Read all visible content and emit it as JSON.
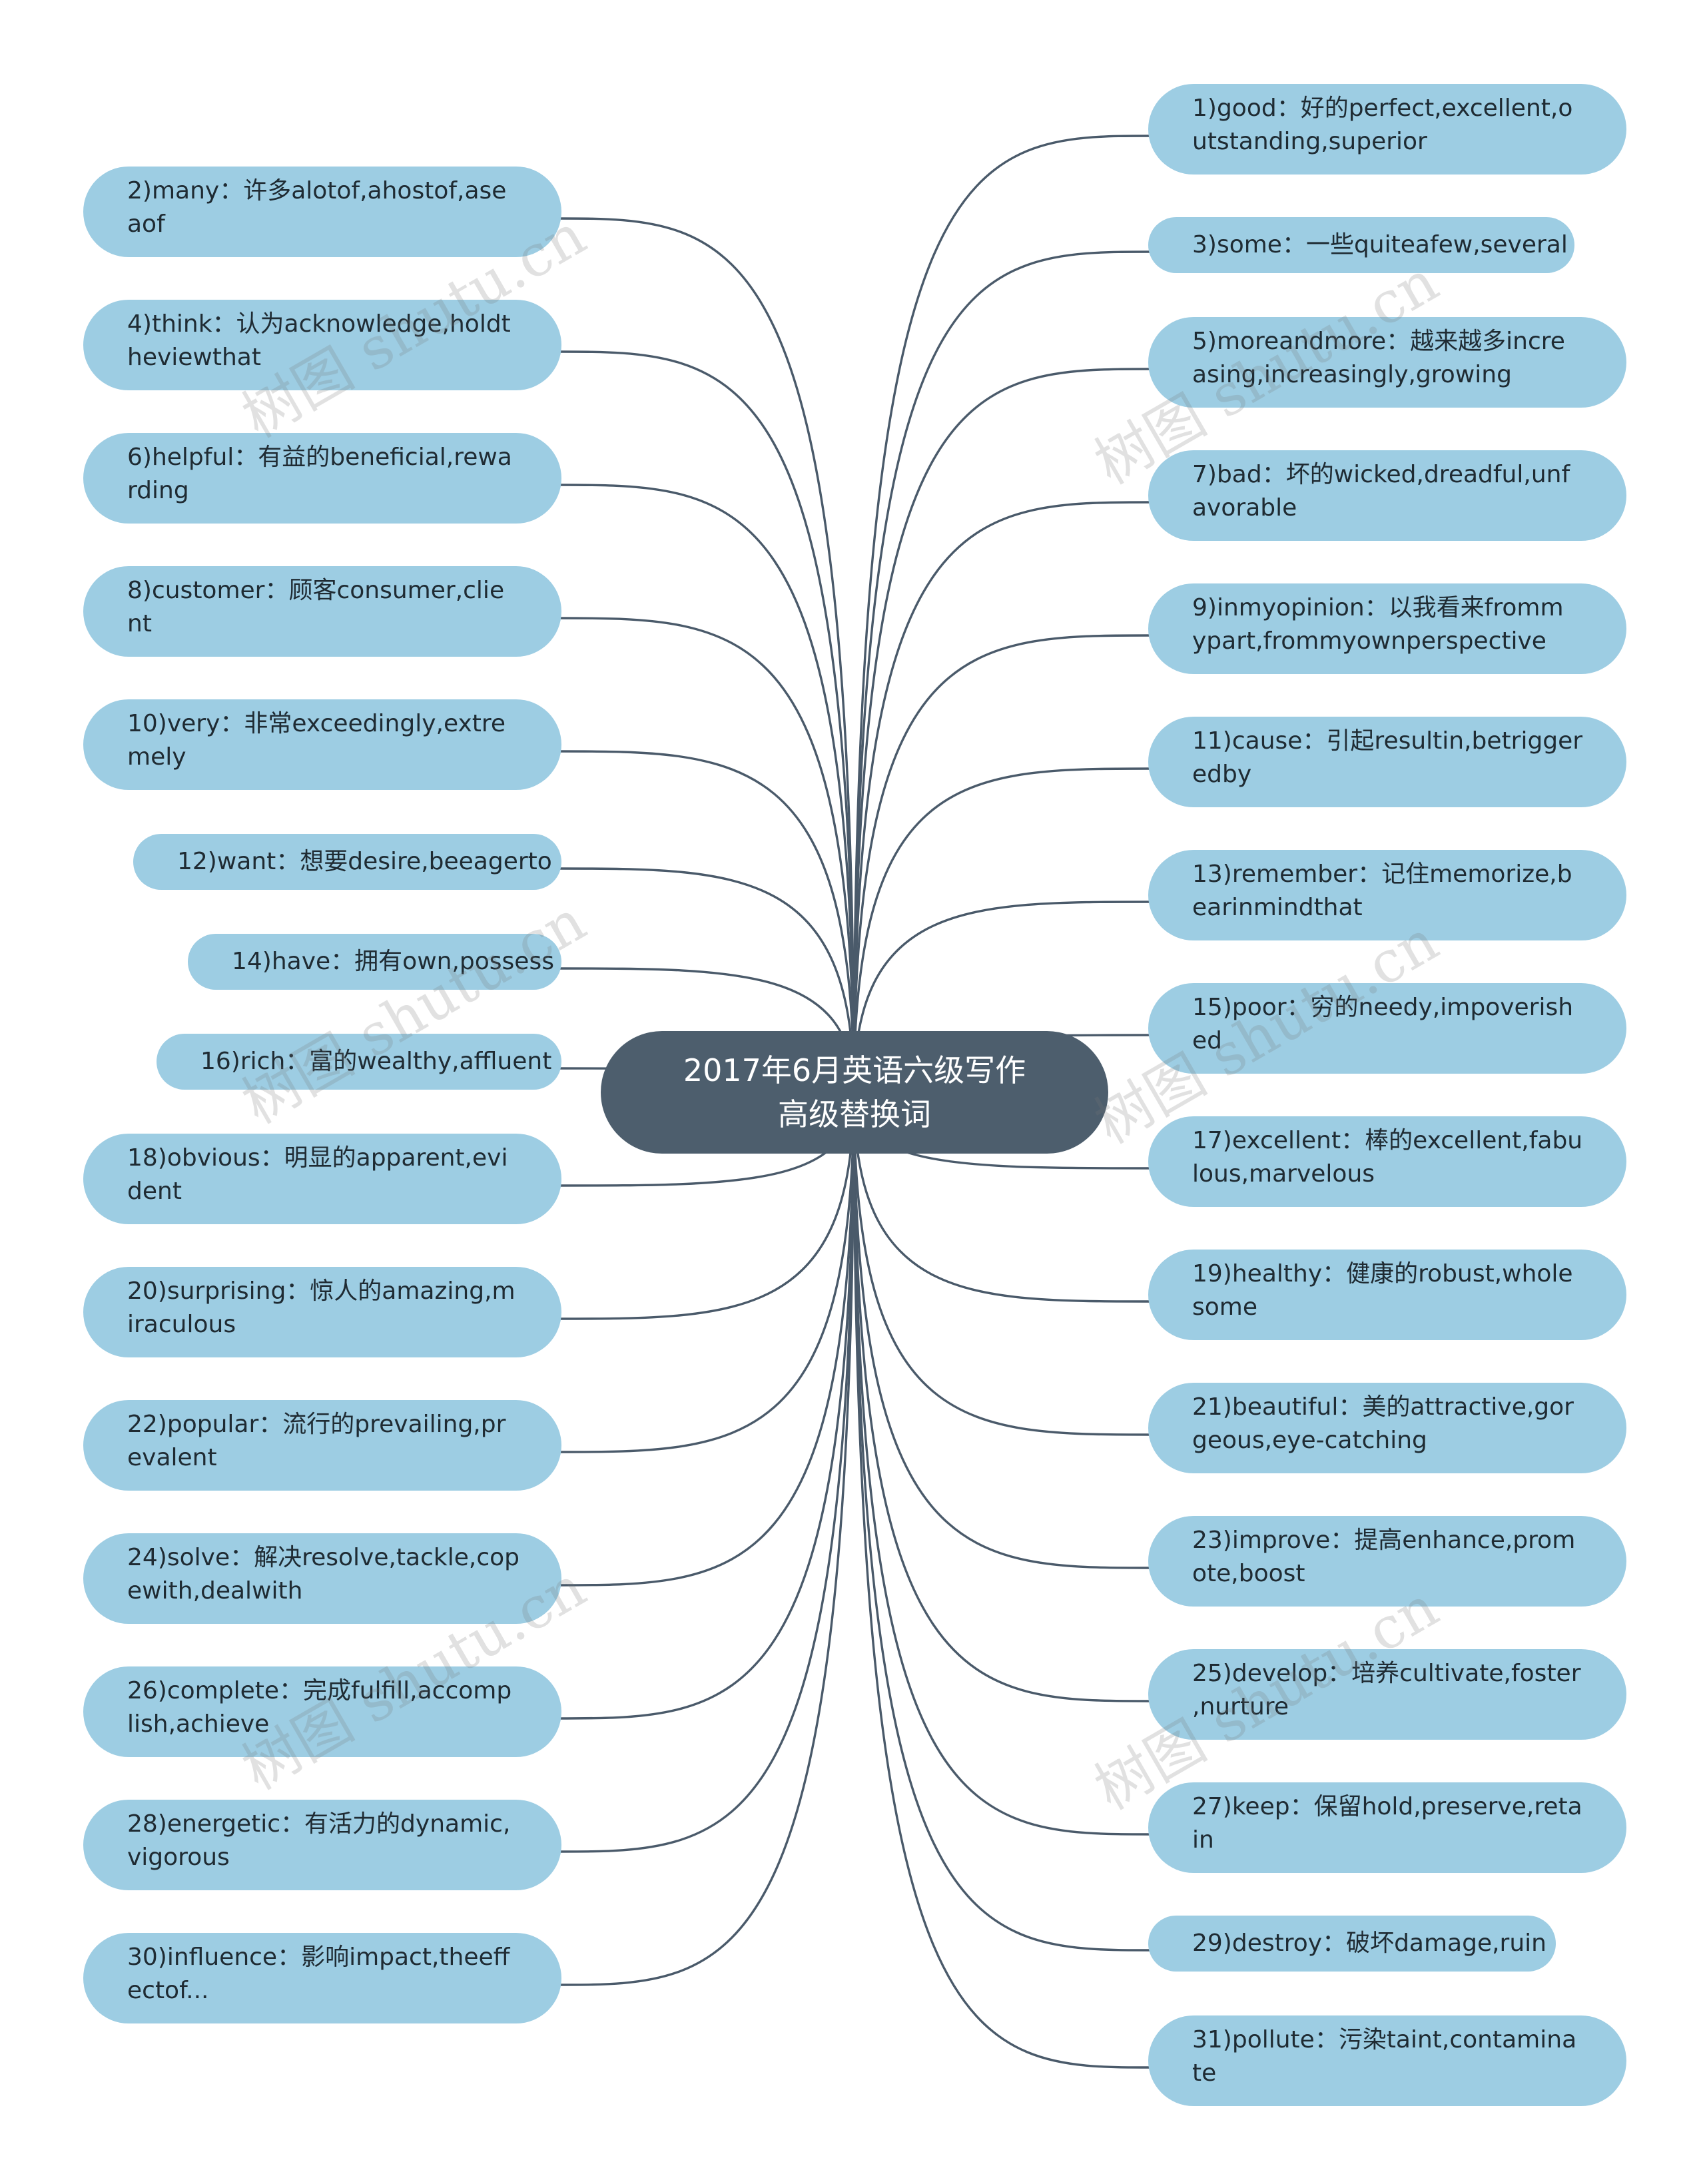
{
  "center": {
    "lines": [
      "2017年6月英语六级写作",
      "高级替换词"
    ]
  },
  "left_nodes": [
    {
      "lines": [
        "2)many：许多alotof,ahostof,ase",
        "aof"
      ]
    },
    {
      "lines": [
        "4)think：认为acknowledge,holdt",
        "heviewthat"
      ]
    },
    {
      "lines": [
        "6)helpful：有益的beneficial,rewa",
        "rding"
      ]
    },
    {
      "lines": [
        "8)customer：顾客consumer,clie",
        "nt"
      ]
    },
    {
      "lines": [
        "10)very：非常exceedingly,extre",
        "mely"
      ]
    },
    {
      "lines": [
        "12)want：想要desire,beeagerto"
      ]
    },
    {
      "lines": [
        "14)have：拥有own,possess"
      ]
    },
    {
      "lines": [
        "16)rich：富的wealthy,affluent"
      ]
    },
    {
      "lines": [
        "18)obvious：明显的apparent,evi",
        "dent"
      ]
    },
    {
      "lines": [
        "20)surprising：惊人的amazing,m",
        "iraculous"
      ]
    },
    {
      "lines": [
        "22)popular：流行的prevailing,pr",
        "evalent"
      ]
    },
    {
      "lines": [
        "24)solve：解决resolve,tackle,cop",
        "ewith,dealwith"
      ]
    },
    {
      "lines": [
        "26)complete：完成fulfill,accomp",
        "lish,achieve"
      ]
    },
    {
      "lines": [
        "28)energetic：有活力的dynamic,",
        "vigorous"
      ]
    },
    {
      "lines": [
        "30)influence：影响impact,theeff",
        "ectof..."
      ]
    }
  ],
  "right_nodes": [
    {
      "lines": [
        "1)good：好的perfect,excellent,o",
        "utstanding,superior"
      ]
    },
    {
      "lines": [
        "3)some：一些quiteafew,several"
      ]
    },
    {
      "lines": [
        "5)moreandmore：越来越多incre",
        "asing,increasingly,growing"
      ]
    },
    {
      "lines": [
        "7)bad：坏的wicked,dreadful,unf",
        "avorable"
      ]
    },
    {
      "lines": [
        "9)inmyopinion：以我看来fromm",
        "ypart,frommyownperspective"
      ]
    },
    {
      "lines": [
        "11)cause：引起resultin,betrigger",
        "edby"
      ]
    },
    {
      "lines": [
        "13)remember：记住memorize,b",
        "earinmindthat"
      ]
    },
    {
      "lines": [
        "15)poor：穷的needy,impoverish",
        "ed"
      ]
    },
    {
      "lines": [
        "17)excellent：棒的excellent,fabu",
        "lous,marvelous"
      ]
    },
    {
      "lines": [
        "19)healthy：健康的robust,whole",
        "some"
      ]
    },
    {
      "lines": [
        "21)beautiful：美的attractive,gor",
        "geous,eye-catching"
      ]
    },
    {
      "lines": [
        "23)improve：提高enhance,prom",
        "ote,boost"
      ]
    },
    {
      "lines": [
        "25)develop：培养cultivate,foster",
        ",nurture"
      ]
    },
    {
      "lines": [
        "27)keep：保留hold,preserve,reta",
        "in"
      ]
    },
    {
      "lines": [
        "29)destroy：破坏damage,ruin"
      ]
    },
    {
      "lines": [
        "31)pollute：污染taint,contamina",
        "te"
      ]
    }
  ],
  "watermark": "树图 shutu.cn",
  "colors": {
    "node_fill": "#9dcde3",
    "center_fill": "#4d5e6d",
    "edge": "#4a5a6a",
    "background": "#ffffff"
  }
}
